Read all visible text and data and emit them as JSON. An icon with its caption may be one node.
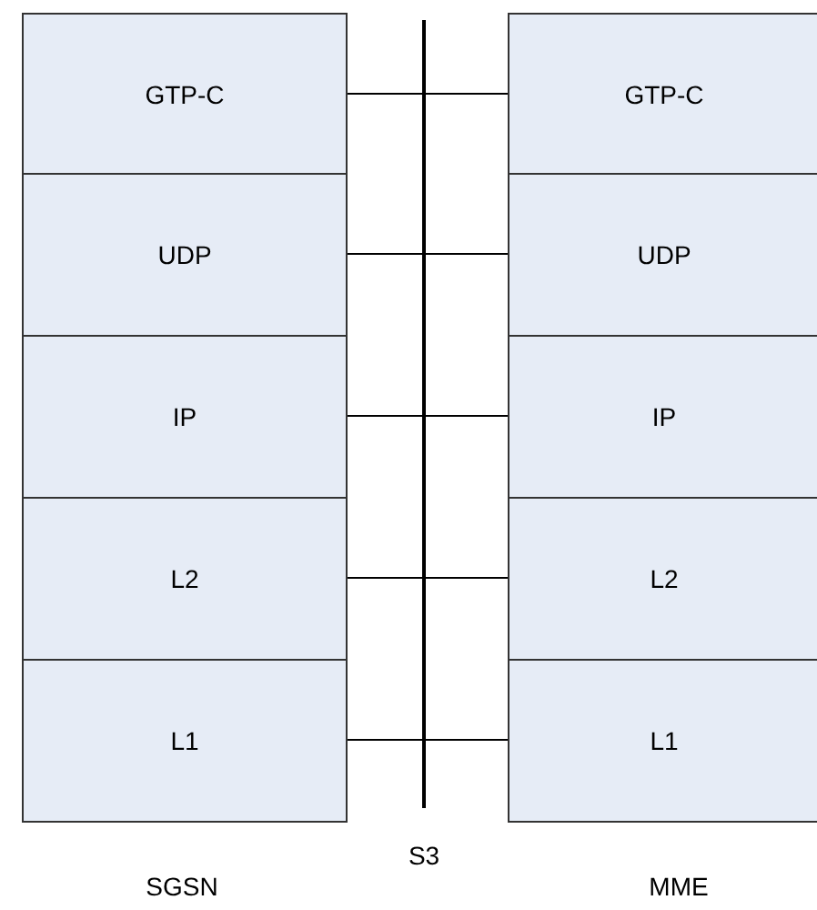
{
  "diagram": {
    "nodes": [
      {
        "text": [
          "GTP-C"
        ]
      },
      {
        "text": [
          "UDP"
        ]
      },
      {
        "text": [
          "IP"
        ]
      },
      {
        "text": [
          "L2"
        ]
      },
      {
        "text": [
          "L1"
        ]
      },
      {
        "text": [
          "GTP-C"
        ]
      },
      {
        "text": [
          "UDP"
        ]
      },
      {
        "text": [
          "IP"
        ]
      },
      {
        "text": [
          "L2"
        ]
      },
      {
        "text": [
          "L1"
        ]
      }
    ],
    "edges": [
      {
        "from": 0,
        "to": 5,
        "arrow": "none"
      },
      {
        "from": 1,
        "to": 6,
        "arrow": "none"
      },
      {
        "from": 2,
        "to": 7,
        "arrow": "none"
      },
      {
        "from": 3,
        "to": 8,
        "arrow": "none"
      },
      {
        "from": 4,
        "to": 9,
        "arrow": "none"
      }
    ],
    "labels": [
      "S3",
      "SGSN",
      "MME"
    ]
  }
}
